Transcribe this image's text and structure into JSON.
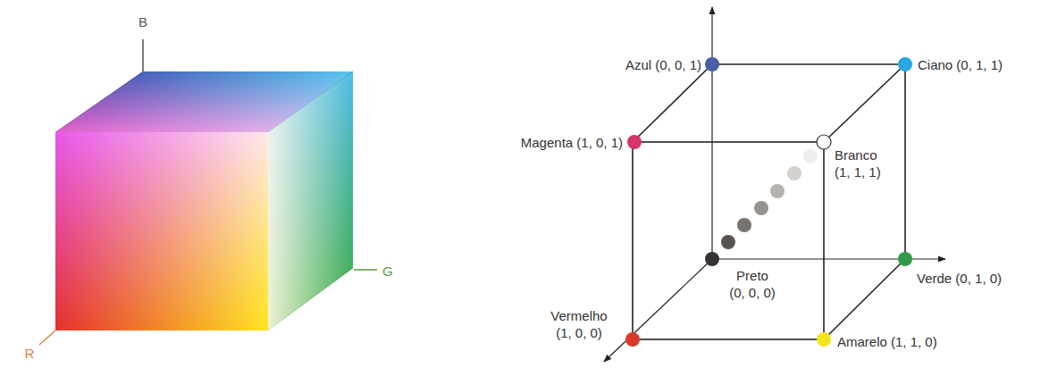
{
  "diagram": {
    "labels": [
      "B",
      "G",
      "R",
      "Azul (0, 0, 1)",
      "Ciano (0, 1, 1)",
      "Magenta (1, 0, 1)",
      "Branco (1, 1, 1)",
      "Preto (0, 0, 0)",
      "Verde (0, 1, 0)",
      "Vermelho (1, 0, 0)",
      "Amarelo (1, 1, 0)"
    ]
  }
}
